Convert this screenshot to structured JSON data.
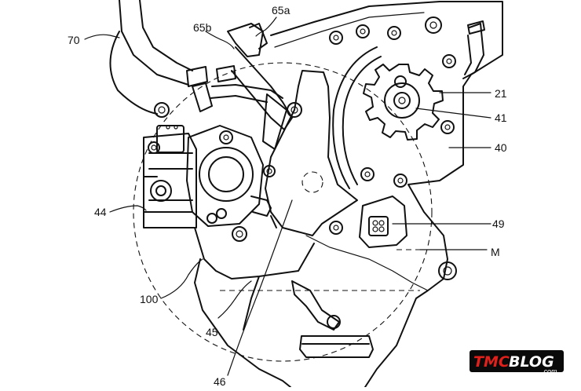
{
  "labels": {
    "l70": "70",
    "l65a": "65a",
    "l65b": "65b",
    "l21": "21",
    "l41": "41",
    "l40": "40",
    "l44": "44",
    "l49": "49",
    "lM": "M",
    "l100": "100",
    "l45": "45",
    "l46": "46"
  },
  "watermark": {
    "brand_prefix": "TMC",
    "brand_suffix": "BLOG",
    "domain": ".com"
  },
  "colors": {
    "ink": "#111111",
    "background": "#ffffff",
    "watermark_bg": "#0a0a0a",
    "watermark_accent": "#e0201b"
  }
}
